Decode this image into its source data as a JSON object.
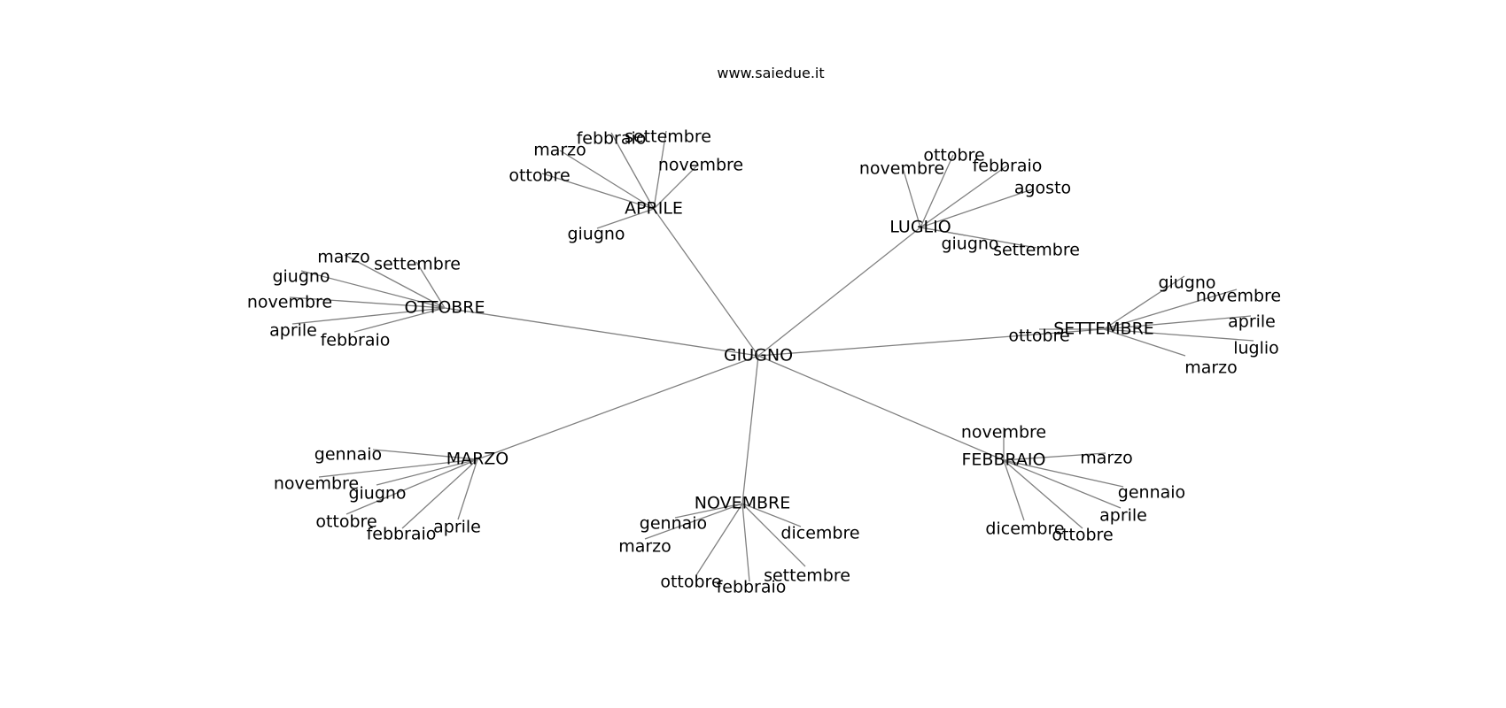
{
  "header": {
    "site": "www.saiedue.it"
  },
  "graph": {
    "center": "GIUGNO",
    "hubs": [
      {
        "id": "APRILE",
        "label": "APRILE",
        "leaves": [
          {
            "id": "APRILE-marzo",
            "label": "marzo"
          },
          {
            "id": "APRILE-febbraio",
            "label": "febbraio"
          },
          {
            "id": "APRILE-settembre",
            "label": "settembre"
          },
          {
            "id": "APRILE-novembre",
            "label": "novembre"
          },
          {
            "id": "APRILE-ottobre",
            "label": "ottobre"
          },
          {
            "id": "APRILE-giugno",
            "label": "giugno"
          }
        ]
      },
      {
        "id": "LUGLIO",
        "label": "LUGLIO",
        "leaves": [
          {
            "id": "LUGLIO-ottobre",
            "label": "ottobre"
          },
          {
            "id": "LUGLIO-novembre",
            "label": "novembre"
          },
          {
            "id": "LUGLIO-febbraio",
            "label": "febbraio"
          },
          {
            "id": "LUGLIO-agosto",
            "label": "agosto"
          },
          {
            "id": "LUGLIO-giugno",
            "label": "giugno"
          },
          {
            "id": "LUGLIO-settembre",
            "label": "settembre"
          }
        ]
      },
      {
        "id": "OTTOBRE",
        "label": "OTTOBRE",
        "leaves": [
          {
            "id": "OTTOBRE-marzo",
            "label": "marzo"
          },
          {
            "id": "OTTOBRE-settembre",
            "label": "settembre"
          },
          {
            "id": "OTTOBRE-giugno",
            "label": "giugno"
          },
          {
            "id": "OTTOBRE-novembre",
            "label": "novembre"
          },
          {
            "id": "OTTOBRE-aprile",
            "label": "aprile"
          },
          {
            "id": "OTTOBRE-febbraio",
            "label": "febbraio"
          }
        ]
      },
      {
        "id": "SETTEMBRE",
        "label": "SETTEMBRE",
        "leaves": [
          {
            "id": "SETTEMBRE-giugno",
            "label": "giugno"
          },
          {
            "id": "SETTEMBRE-novembre",
            "label": "novembre"
          },
          {
            "id": "SETTEMBRE-aprile",
            "label": "aprile"
          },
          {
            "id": "SETTEMBRE-ottobre",
            "label": "ottobre"
          },
          {
            "id": "SETTEMBRE-luglio",
            "label": "luglio"
          },
          {
            "id": "SETTEMBRE-marzo",
            "label": "marzo"
          }
        ]
      },
      {
        "id": "MARZO",
        "label": "MARZO",
        "leaves": [
          {
            "id": "MARZO-gennaio",
            "label": "gennaio"
          },
          {
            "id": "MARZO-novembre",
            "label": "novembre"
          },
          {
            "id": "MARZO-giugno",
            "label": "giugno"
          },
          {
            "id": "MARZO-ottobre",
            "label": "ottobre"
          },
          {
            "id": "MARZO-febbraio",
            "label": "febbraio"
          },
          {
            "id": "MARZO-aprile",
            "label": "aprile"
          }
        ]
      },
      {
        "id": "NOVEMBRE",
        "label": "NOVEMBRE",
        "leaves": [
          {
            "id": "NOVEMBRE-gennaio",
            "label": "gennaio"
          },
          {
            "id": "NOVEMBRE-dicembre",
            "label": "dicembre"
          },
          {
            "id": "NOVEMBRE-marzo",
            "label": "marzo"
          },
          {
            "id": "NOVEMBRE-settembre",
            "label": "settembre"
          },
          {
            "id": "NOVEMBRE-ottobre",
            "label": "ottobre"
          },
          {
            "id": "NOVEMBRE-febbraio",
            "label": "febbraio"
          }
        ]
      },
      {
        "id": "FEBBRAIO",
        "label": "FEBBRAIO",
        "leaves": [
          {
            "id": "FEBBRAIO-novembre",
            "label": "novembre"
          },
          {
            "id": "FEBBRAIO-marzo",
            "label": "marzo"
          },
          {
            "id": "FEBBRAIO-gennaio",
            "label": "gennaio"
          },
          {
            "id": "FEBBRAIO-aprile",
            "label": "aprile"
          },
          {
            "id": "FEBBRAIO-dicembre",
            "label": "dicembre"
          },
          {
            "id": "FEBBRAIO-ottobre",
            "label": "ottobre"
          }
        ]
      }
    ]
  }
}
